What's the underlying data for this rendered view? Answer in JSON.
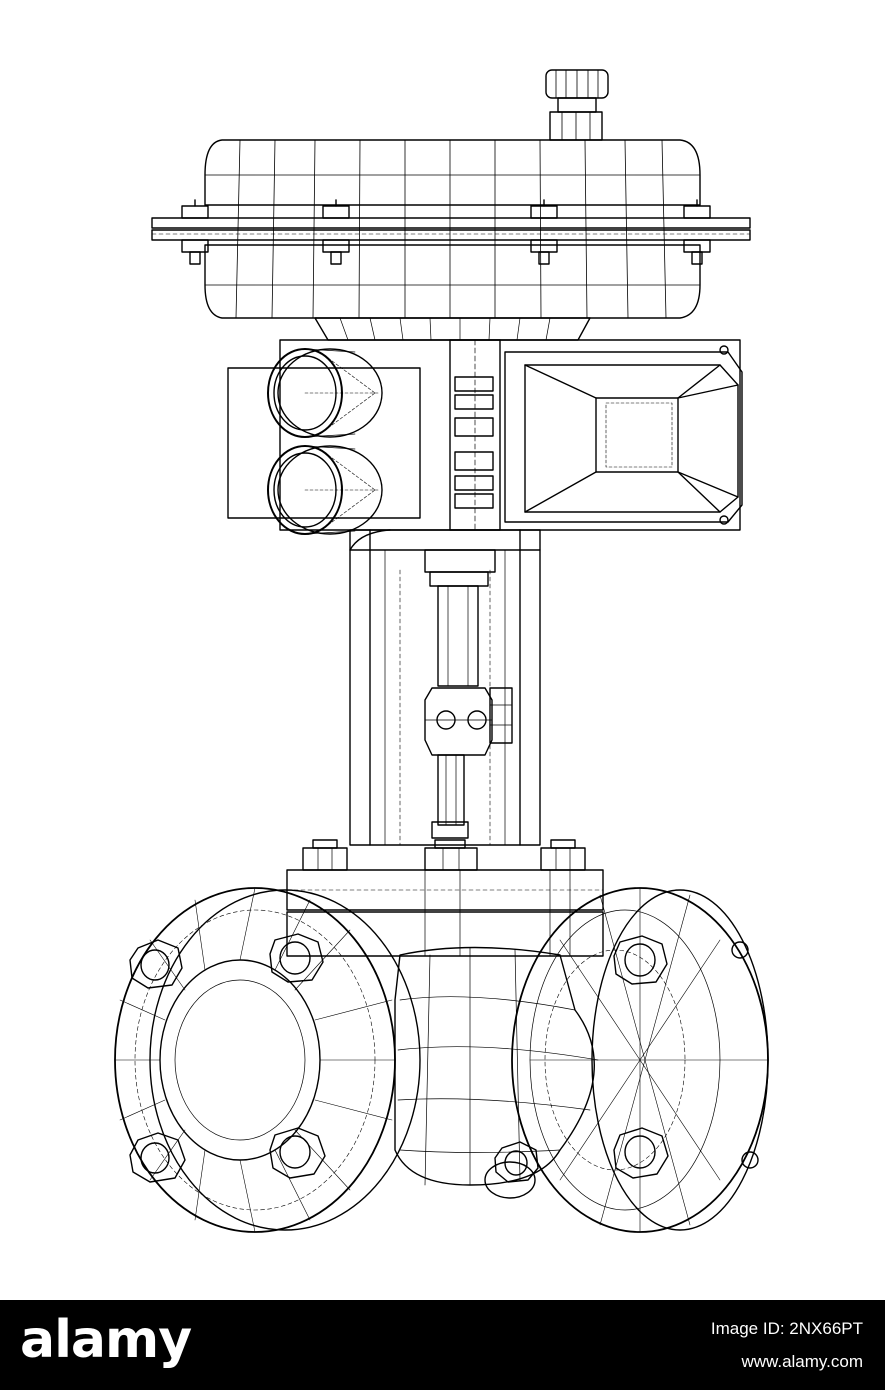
{
  "footer": {
    "brand": "alamy",
    "image_id": "Image ID: 2NX66PT",
    "url": "www.alamy.com"
  },
  "colors": {
    "line": "#000000",
    "background": "#ffffff",
    "footer_bg": "#000000",
    "footer_text": "#ffffff"
  },
  "drawing": {
    "subject-icon": "wireframe-control-valve-icon"
  }
}
